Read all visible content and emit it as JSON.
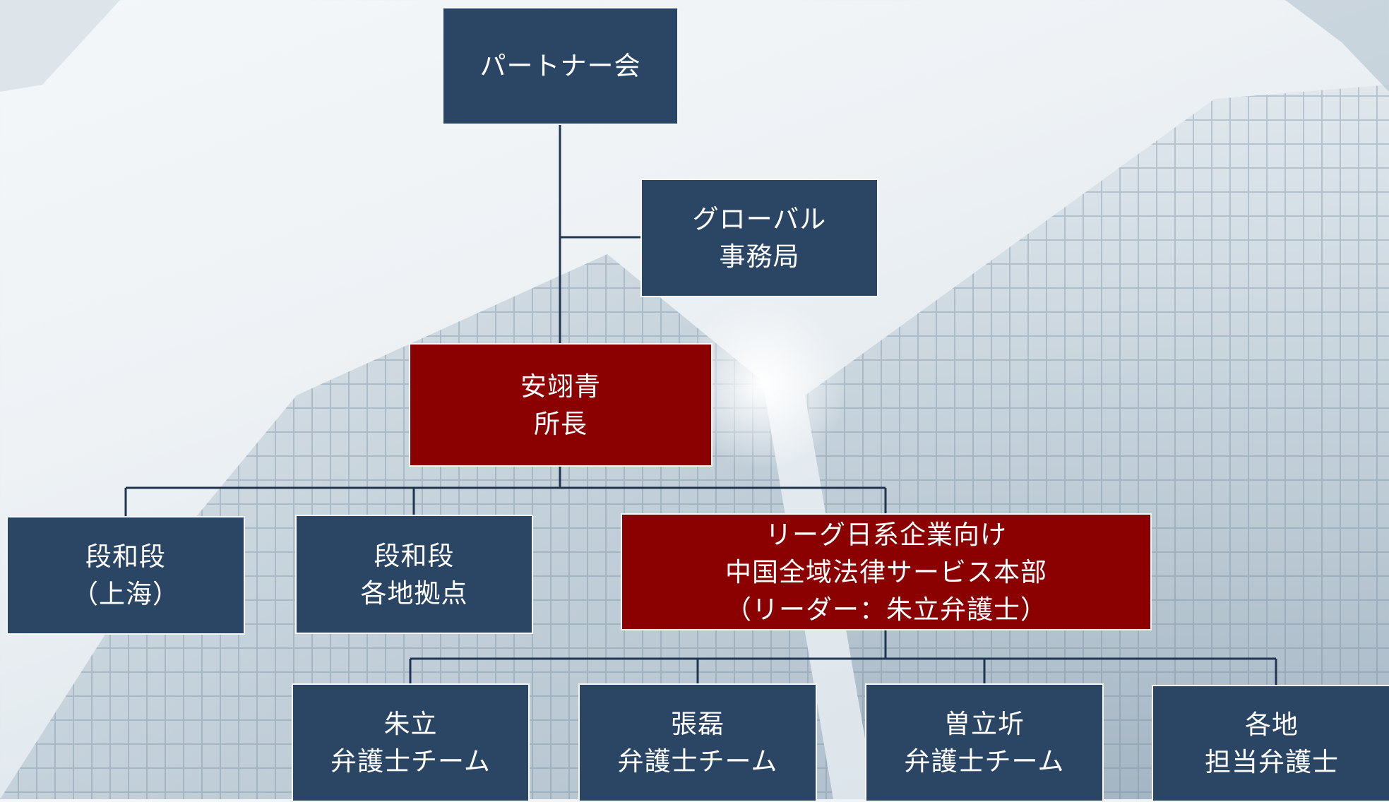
{
  "colors": {
    "navy": "#2b4665",
    "red": "#8b0000",
    "line": "#1f3552"
  },
  "nodes": {
    "partner": [
      "パートナー会"
    ],
    "global": [
      "グローバル",
      "事務局"
    ],
    "director": [
      "安翊青",
      "所長"
    ],
    "dhs_shanghai": [
      "段和段",
      "（上海）"
    ],
    "dhs_branches": [
      "段和段",
      "各地拠点"
    ],
    "japan_hq": [
      "リーグ日系企業向け",
      "中国全域法律サービス本部",
      "（リーダー：朱立弁護士）"
    ],
    "team_zhu": [
      "朱立",
      "弁護士チーム"
    ],
    "team_zhang": [
      "張磊",
      "弁護士チーム"
    ],
    "team_zeng": [
      "曽立圻",
      "弁護士チーム"
    ],
    "local_lawyers": [
      "各地",
      "担当弁護士"
    ]
  }
}
